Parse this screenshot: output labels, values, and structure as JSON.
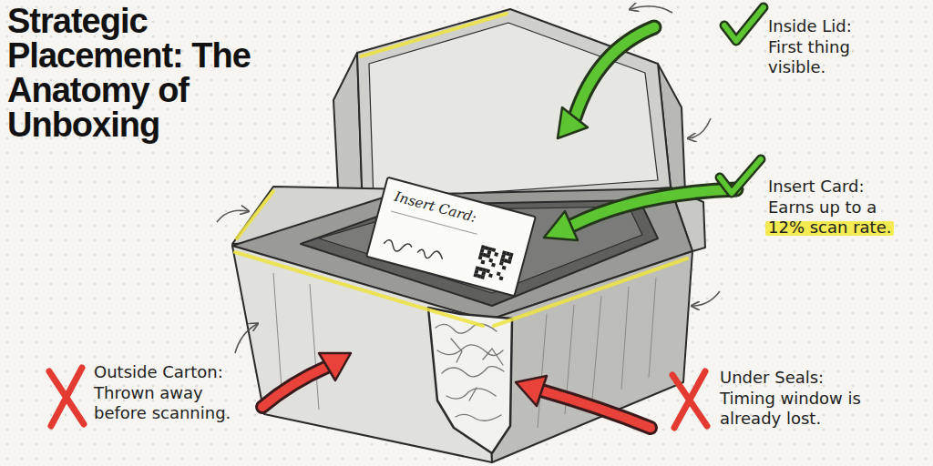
{
  "diagram": {
    "title": "Strategic Placement: The Anatomy of Unboxing",
    "nodes": [
      {
        "text": [
          "Insert Card:"
        ]
      }
    ],
    "labels": [
      "Inside Lid: First thing visible.",
      "Insert Card: Earns up to a 12% scan rate.",
      "Outside Carton: Thrown away before scanning.",
      "Under Seals: Timing window is already lost."
    ]
  }
}
